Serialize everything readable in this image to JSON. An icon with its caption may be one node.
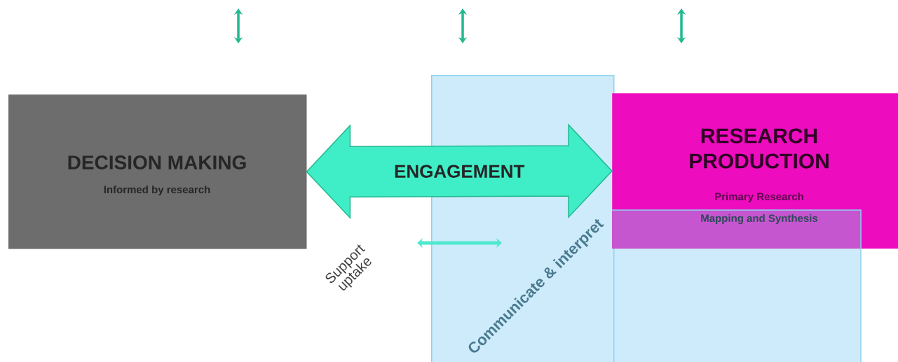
{
  "diagram": {
    "nodes": [
      {
        "text": [
          "DECISION MAKING",
          "Informed by research"
        ]
      },
      {
        "text": [
          "RESEARCH PRODUCTION",
          "Primary Research",
          "Mapping and Synthesis"
        ]
      },
      {
        "text": [
          "Communicate & interpret"
        ]
      }
    ],
    "edges": [
      {
        "from": 0,
        "to": 1,
        "arrow": "both",
        "label": "ENGAGEMENT",
        "style": "thick"
      }
    ],
    "labels": [
      "Support uptake"
    ]
  }
}
